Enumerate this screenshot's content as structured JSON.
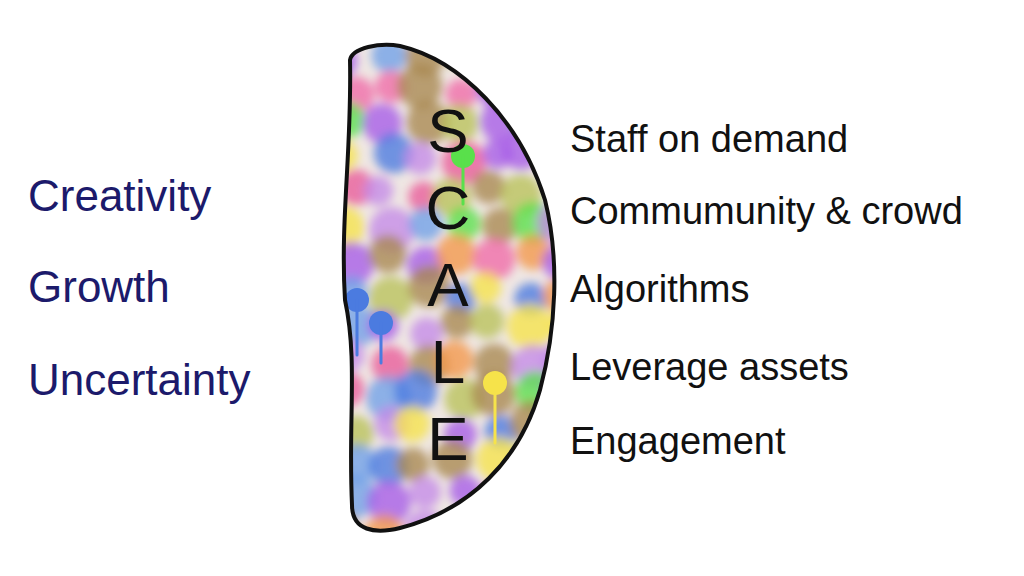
{
  "diagram": {
    "nodes": [
      {
        "text": [
          "SCALE"
        ]
      }
    ],
    "labels": [
      "Creativity",
      "Growth",
      "Uncertainty",
      "Staff on demand",
      "Commumunity & crowd",
      "Algorithms",
      "Leverage assets",
      "Engagement"
    ]
  }
}
